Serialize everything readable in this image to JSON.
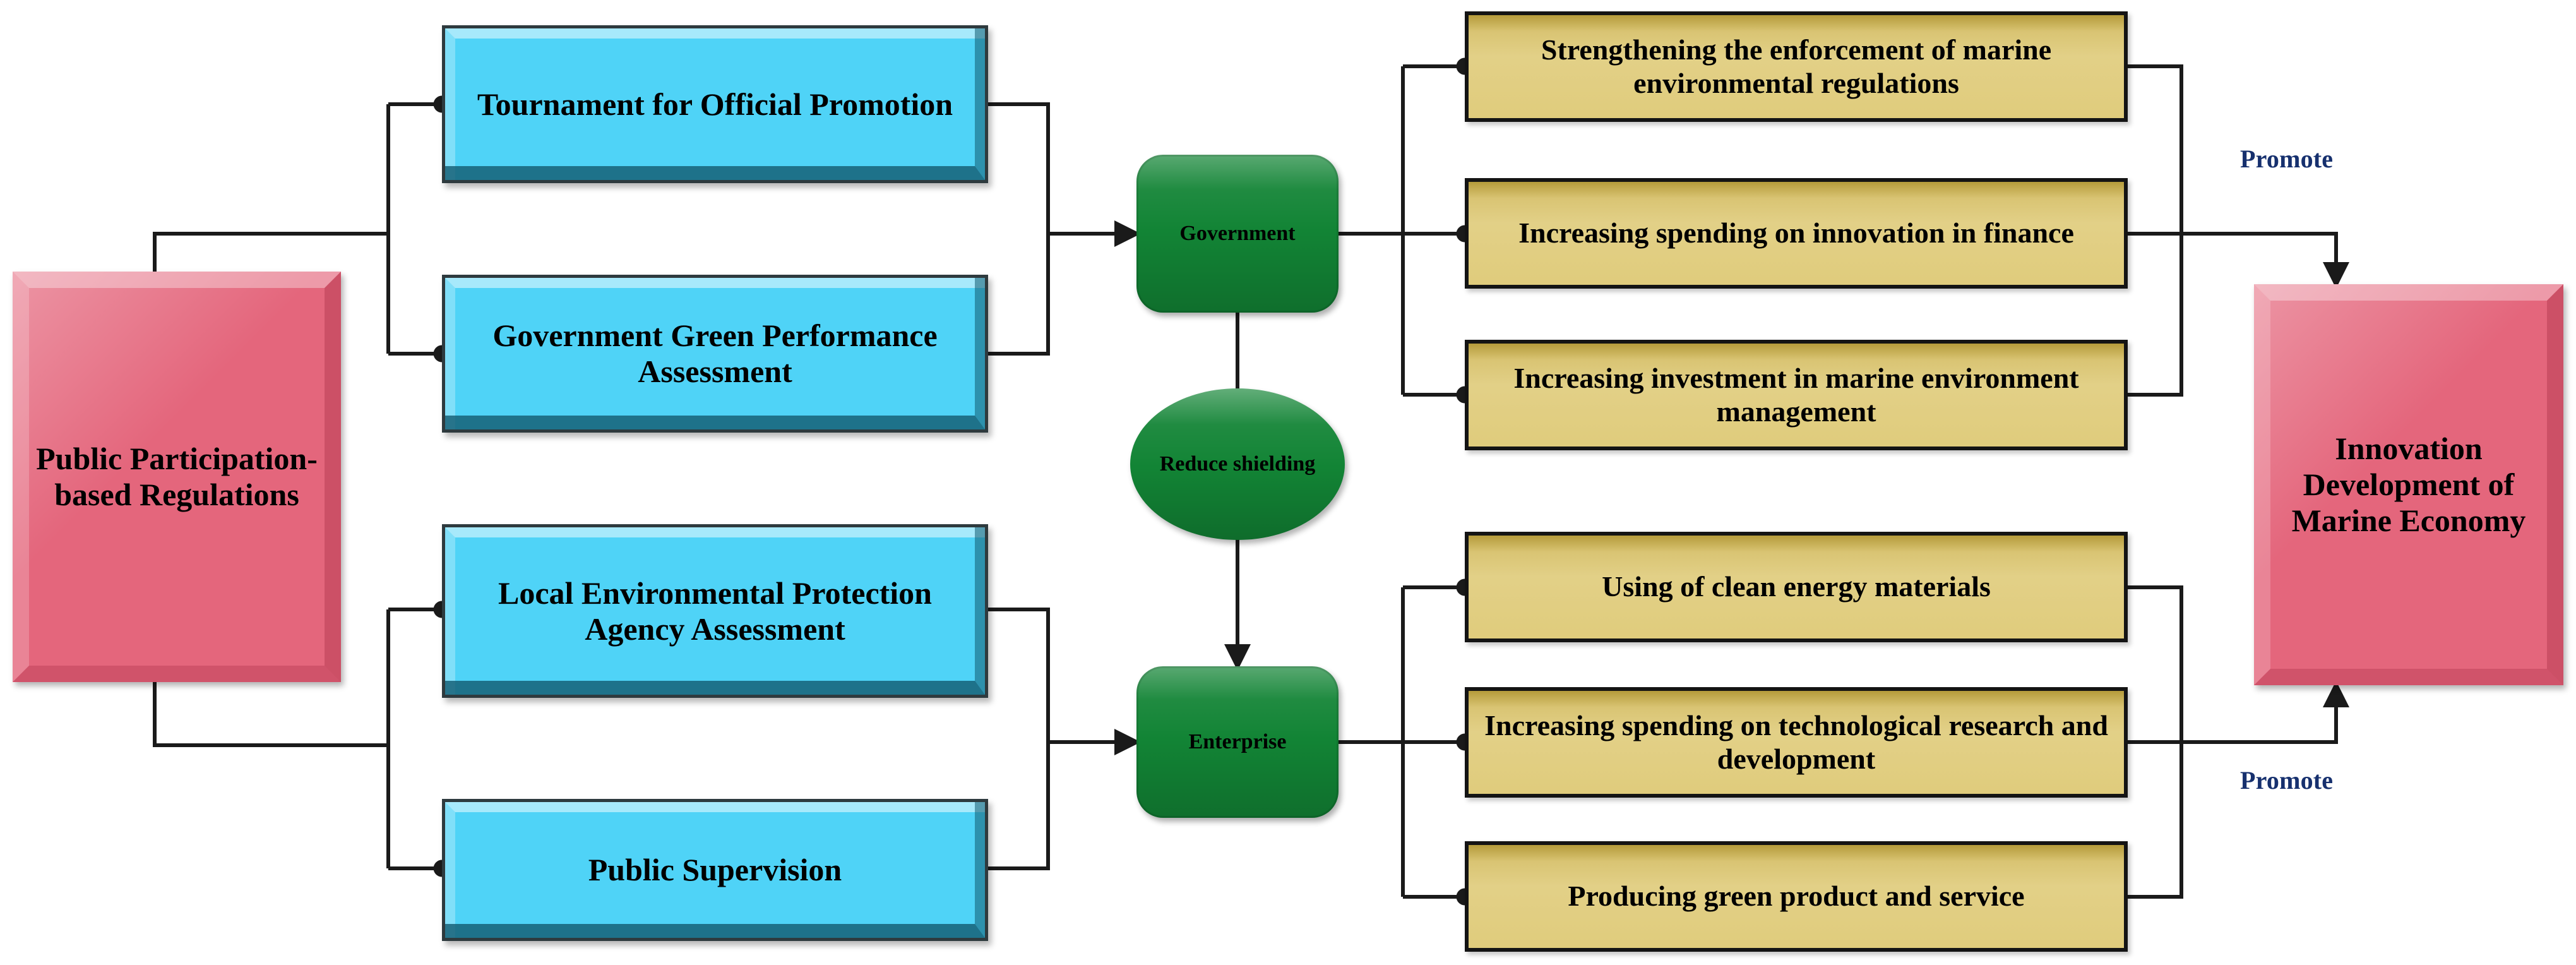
{
  "diagram": {
    "title": "Public Participation-based Regulations and Innovation Development of Marine Economy",
    "colors": {
      "pink": "#E4667C",
      "blue": "#4FD3F7",
      "green": "#128435",
      "yellow": "#E0CC7C",
      "promote_text": "#16306E",
      "connector": "#1A1A1A",
      "background": "#FFFFFF"
    }
  },
  "source": {
    "label": "Public Participation-based Regulations"
  },
  "outcome": {
    "label": "Innovation Development of Marine Economy"
  },
  "actors": {
    "government": "Government",
    "mediator": "Reduce shielding",
    "enterprise": "Enterprise"
  },
  "mechanisms": {
    "government_branch": [
      {
        "label": "Tournament for Official Promotion"
      },
      {
        "label": "Government Green Performance Assessment"
      }
    ],
    "enterprise_branch": [
      {
        "label": "Local Environmental Protection Agency Assessment"
      },
      {
        "label": "Public Supervision"
      }
    ]
  },
  "actions": {
    "government_actions": [
      {
        "label": "Strengthening the enforcement of marine environmental regulations"
      },
      {
        "label": "Increasing spending on innovation in finance"
      },
      {
        "label": "Increasing investment in marine environment management"
      }
    ],
    "enterprise_actions": [
      {
        "label": "Using of clean energy materials"
      },
      {
        "label": "Increasing spending on technological research and development"
      },
      {
        "label": "Producing green product and service"
      }
    ]
  },
  "edge_labels": {
    "promote_top": "Promote",
    "promote_bottom": "Promote"
  }
}
